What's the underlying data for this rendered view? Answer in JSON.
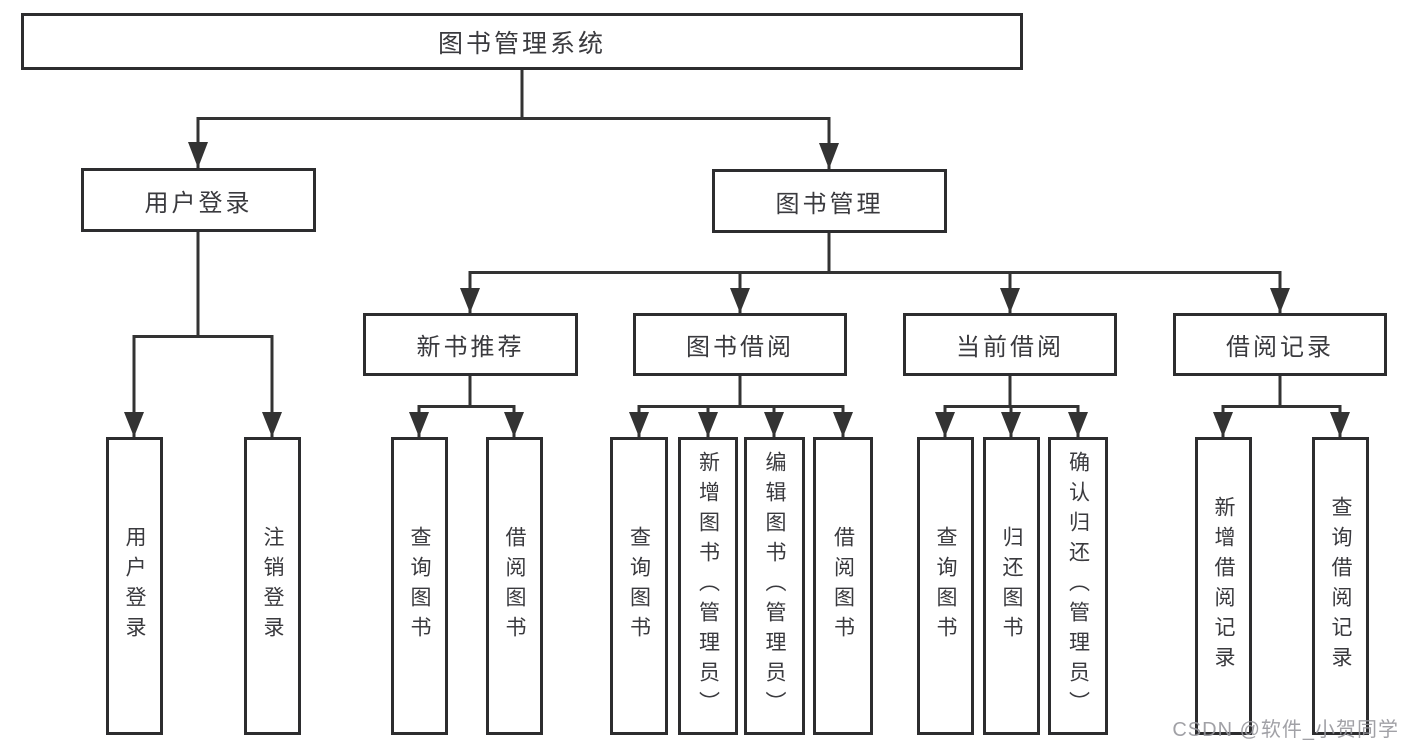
{
  "diagram": {
    "title": "图书管理系统",
    "level2": [
      {
        "label": "用户登录"
      },
      {
        "label": "图书管理"
      }
    ],
    "level3": [
      {
        "label": "新书推荐"
      },
      {
        "label": "图书借阅"
      },
      {
        "label": "当前借阅"
      },
      {
        "label": "借阅记录"
      }
    ],
    "leaves": {
      "user_login": [
        "用户登录",
        "注销登录"
      ],
      "new_book_recommend": [
        "查询图书",
        "借阅图书"
      ],
      "book_borrow": [
        "查询图书",
        "新增图书（管理员）",
        "编辑图书（管理员）",
        "借阅图书"
      ],
      "current_borrow": [
        "查询图书",
        "归还图书",
        "确认归还（管理员）"
      ],
      "borrow_record": [
        "新增借阅记录",
        "查询借阅记录"
      ]
    }
  },
  "watermark": "CSDN @软件_小贺同学",
  "colors": {
    "line": "#333333",
    "border": "#2d2d2f",
    "text": "#3a3a3e",
    "watermark": "#97979d",
    "background": "#ffffff"
  }
}
